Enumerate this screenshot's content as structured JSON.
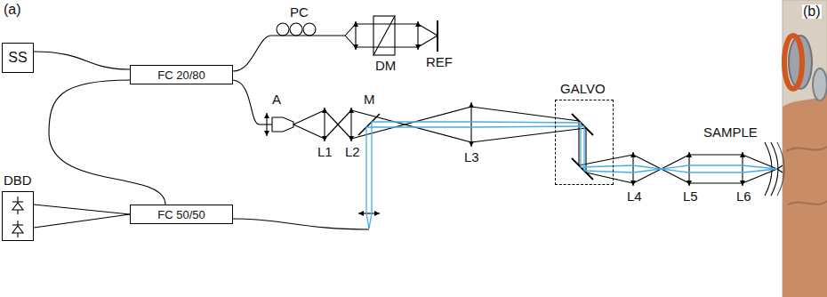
{
  "diagram": {
    "nodes": [
      {
        "text": [
          "SS"
        ]
      },
      {
        "text": [
          "FC 20/80"
        ]
      },
      {
        "text": [
          "DBD"
        ]
      },
      {
        "text": [
          "FC 50/50"
        ]
      },
      {
        "text": [
          "GALVO"
        ]
      }
    ],
    "edges": [
      {
        "from": 0,
        "to": 1,
        "arrow": "none"
      },
      {
        "from": 1,
        "to": 3,
        "arrow": "none"
      },
      {
        "from": 3,
        "to": 2,
        "arrow": "none"
      },
      {
        "from": 3,
        "to": 2,
        "arrow": "none"
      }
    ],
    "labels": [
      "(a)",
      "PC",
      "DM",
      "REF",
      "A",
      "M",
      "L1",
      "L2",
      "L3",
      "L4",
      "L5",
      "L6",
      "SAMPLE",
      "(b)"
    ]
  }
}
